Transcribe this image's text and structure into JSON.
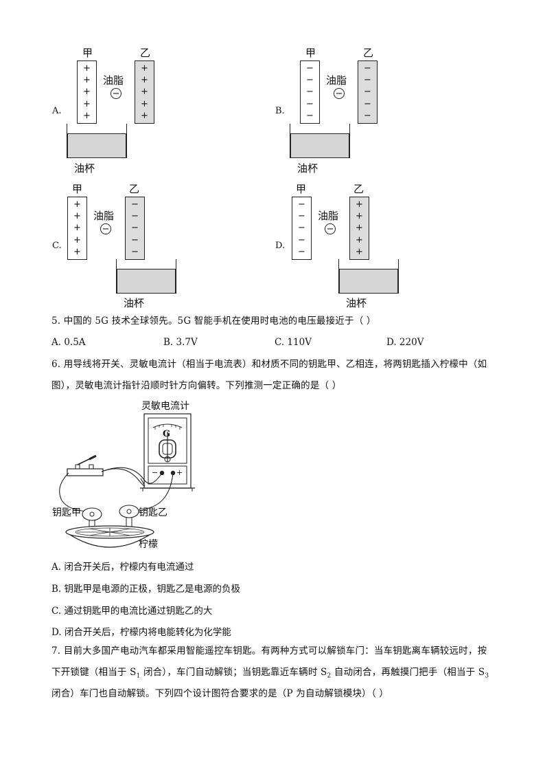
{
  "figures": [
    {
      "option": "A.",
      "left_label": "甲",
      "right_label": "乙",
      "grease_label": "油脂",
      "ion": "−",
      "cup_label": "油杯",
      "left_charges": [
        "+",
        "+",
        "+",
        "+",
        "+"
      ],
      "right_charges": [
        "+",
        "+",
        "+",
        "+",
        "+"
      ]
    },
    {
      "option": "B.",
      "left_label": "甲",
      "right_label": "乙",
      "grease_label": "油脂",
      "ion": "−",
      "cup_label": "油杯",
      "left_charges": [
        "−",
        "−",
        "−",
        "−",
        "−"
      ],
      "right_charges": [
        "−",
        "−",
        "−",
        "−",
        "−"
      ]
    },
    {
      "option": "C.",
      "left_label": "甲",
      "right_label": "乙",
      "grease_label": "油脂",
      "ion": "−",
      "cup_label": "油杯",
      "left_charges": [
        "+",
        "+",
        "+",
        "+",
        "+"
      ],
      "right_charges": [
        "−",
        "−",
        "−",
        "−",
        "−"
      ]
    },
    {
      "option": "D.",
      "left_label": "甲",
      "right_label": "乙",
      "grease_label": "油脂",
      "ion": "−",
      "cup_label": "油杯",
      "left_charges": [
        "−",
        "−",
        "−",
        "−",
        "−"
      ],
      "right_charges": [
        "+",
        "+",
        "+",
        "+",
        "+"
      ]
    }
  ],
  "q5": {
    "stem": "5. 中国的 5G 技术全球领先。5G 智能手机在使用时电池的电压最接近于（     ）",
    "options": [
      "A. 0.5A",
      "B. 3.7V",
      "C. 110V",
      "D. 220V"
    ]
  },
  "q6": {
    "stem_line1": "6. 用导线将开关、灵敏电流计（相当于电流表）和材质不同的钥匙甲、乙相连，将两钥匙插入柠檬中（如",
    "stem_line2": "图），灵敏电流计指针沿顺时针方向偏转。下列推测一定正确的是（        ）",
    "figure": {
      "meter_label": "灵敏电流计",
      "meter_symbol": "G",
      "minus": "−",
      "plus": "+",
      "key_a": "钥匙甲",
      "key_b": "钥匙乙",
      "lemon": "柠檬"
    },
    "options": [
      "A.  闭合开关后，柠檬内有电流通过",
      "B.  钥匙甲是电源的正极，钥匙乙是电源的负极",
      "C.  通过钥匙甲的电流比通过钥匙乙的大",
      "D.  闭合开关后，柠檬内将电能转化为化学能"
    ]
  },
  "q7": {
    "line1": "7. 目前大多国产电动汽车都采用智能遥控车钥匙。有两种方式可以解锁车门：当车钥匙离车辆较远时，按",
    "line2_a": "下开锁键（相当于 S",
    "sub1": "1",
    "line2_b": " 闭合），车门自动解锁；当钥匙靠近车辆时 S",
    "sub2": "2",
    "line2_c": " 自动闭合，再触摸门把手（相当于 S",
    "sub3": "3",
    "line3": "闭合）车门也自动解锁。下列四个设计图符合要求的是（P 为自动解锁模块）（        ）"
  }
}
